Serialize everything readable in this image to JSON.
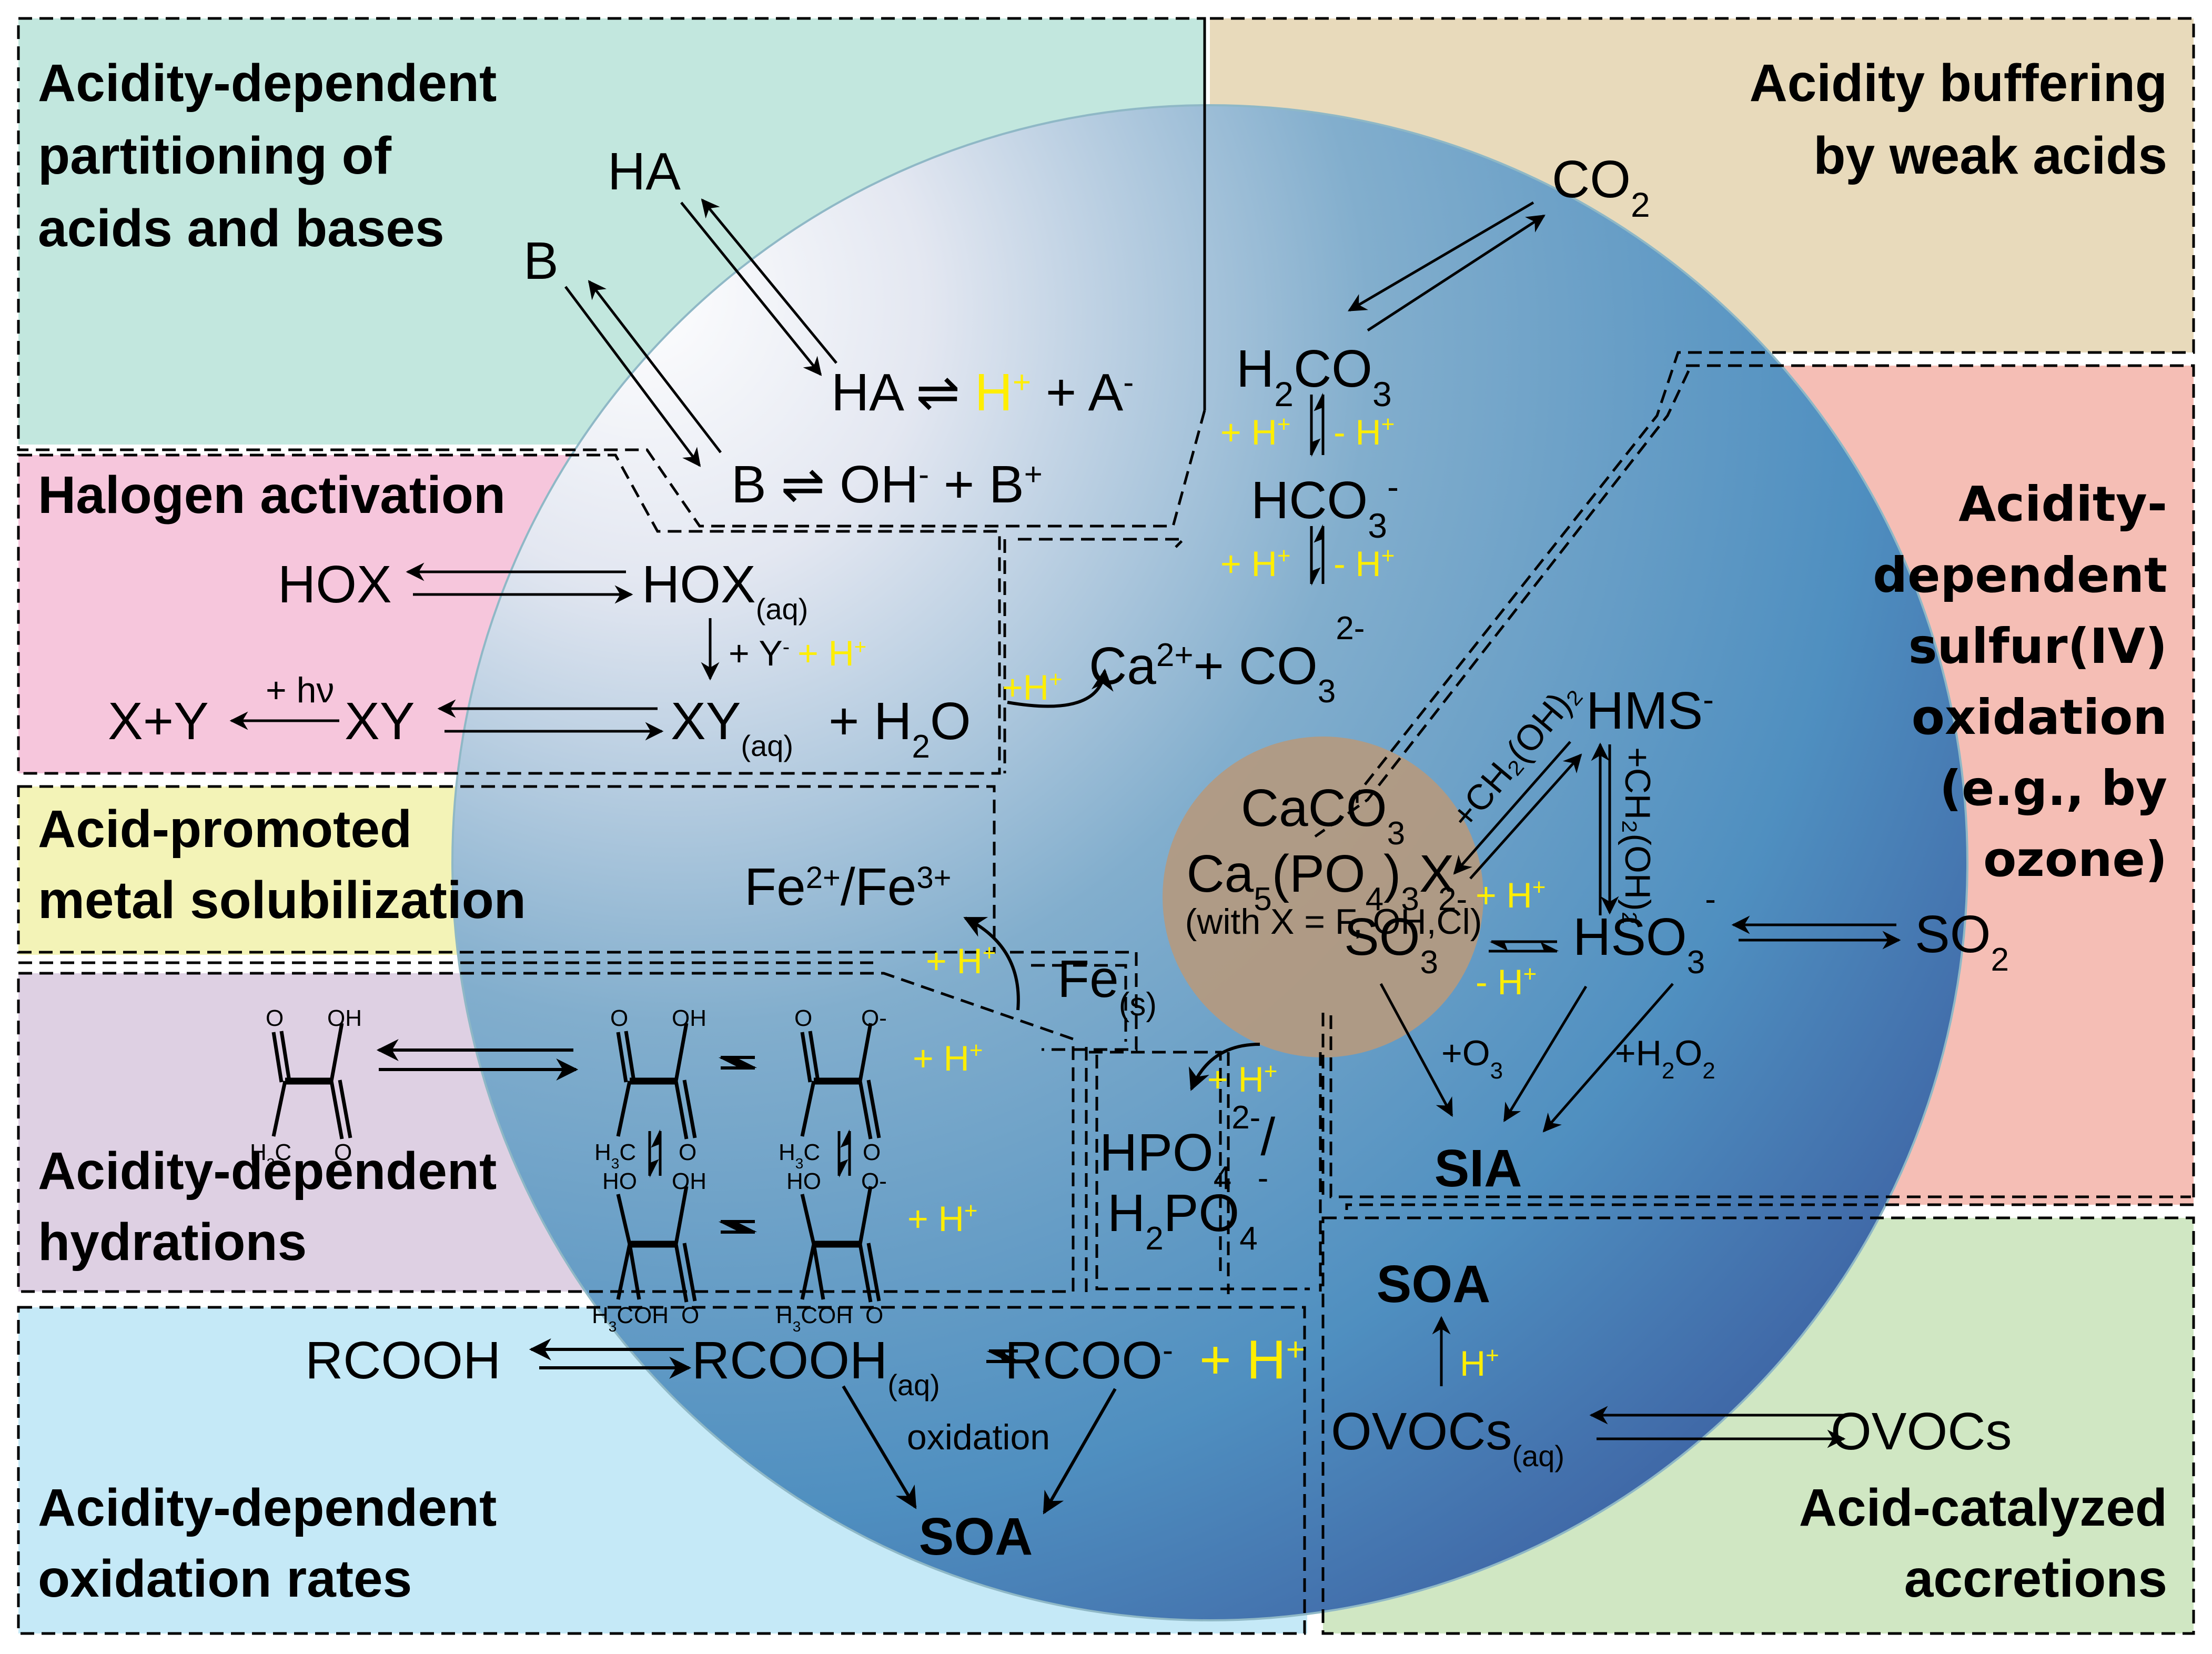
{
  "figure": {
    "title": "Aerosol acidity processes schematic",
    "colors": {
      "partitioning_panel": "#c2e7de",
      "buffering_panel": "#e8dabb",
      "halogen_panel": "#f6c6dc",
      "metal_panel": "#f3f3b7",
      "hydrations_panel": "#ded0e3",
      "oxidation_panel": "#c5e9f7",
      "sulfur_panel": "#f5beb5",
      "accretions_panel": "#d0e7c3",
      "particle_core": "#b29a82",
      "proton_highlight": "#ffee00"
    }
  },
  "panels": {
    "partitioning": {
      "title_lines": [
        "Acidity-dependent",
        "partitioning of",
        "acids and bases"
      ]
    },
    "buffering": {
      "title_lines": [
        "Acidity buffering",
        "by weak acids"
      ]
    },
    "halogen": {
      "title_lines": [
        "Halogen activation"
      ]
    },
    "metal": {
      "title_lines": [
        "Acid-promoted",
        "metal solubilization"
      ]
    },
    "hydrations": {
      "title_lines": [
        "Acidity-dependent",
        "hydrations"
      ]
    },
    "oxidation": {
      "title_lines": [
        "Acidity-dependent",
        "oxidation rates"
      ]
    },
    "sulfur": {
      "title_lines": [
        "Acidity-",
        "dependent",
        "sulfur(IV)",
        "oxidation",
        "(e.g., by",
        "ozone)"
      ]
    },
    "accretions": {
      "title_lines": [
        "Acid-catalyzed",
        "accretions"
      ]
    }
  },
  "species": {
    "partitioning": {
      "ha_gas": "HA",
      "b_gas": "B",
      "ha_eq": {
        "left": "HA ⇌ ",
        "proton": "H",
        "proton_sup": "+",
        "right": " + A",
        "right_sup": "-"
      },
      "b_eq": {
        "left": "B ⇌ OH",
        "left_sup": "-",
        "right": " + B",
        "right_sup": "+"
      }
    },
    "buffering": {
      "co2": {
        "base": "CO",
        "sub": "2"
      },
      "h2co3": {
        "a": "H",
        "sub1": "2",
        "b": "CO",
        "sub2": "3"
      },
      "hco3": {
        "base": "HCO",
        "sub": "3",
        "sup": "-"
      },
      "plus_h": "+ H",
      "minus_h": "- H",
      "plus_sup": "+",
      "ca_co3": {
        "ca": "Ca",
        "ca_sup": "2+",
        "plus": "+ CO",
        "sub": "3",
        "sup": "2-"
      },
      "plus_h_curved": "+H"
    },
    "core": {
      "caco3": {
        "base": "CaCO",
        "sub": "3"
      },
      "apatite": {
        "a": "Ca",
        "s1": "5",
        "b": "(PO",
        "s2": "4",
        "c": ")",
        "s3": "3",
        "d": "X"
      },
      "apatite_note": "(with X = F, OH,Cl)",
      "fe_solid": {
        "base": "Fe",
        "sub": "(s)"
      }
    },
    "halogen": {
      "hox_gas": "HOX",
      "hox_aq": {
        "base": "HOX",
        "sub": "(aq)"
      },
      "reagent": {
        "text": "+ Y",
        "sup": "-",
        "proton": "+ H",
        "proton_sup": "+"
      },
      "hv": "+ hν",
      "products": "X+Y",
      "xy_gas": "XY",
      "xy_aq": {
        "base": "XY",
        "sub": "(aq)"
      },
      "water": {
        "a": "+ H",
        "sub": "2",
        "b": "O"
      }
    },
    "metal": {
      "fe_ions": {
        "a": "Fe",
        "s1": "2+",
        "b": "/Fe",
        "s2": "3+"
      },
      "proton": "+ H",
      "proton_sup": "+"
    },
    "phosphate": {
      "proton": "+ H",
      "proton_sup": "+",
      "hpo4": {
        "base": "HPO",
        "sub": "4",
        "sup": "2-",
        "slash": "/"
      },
      "h2po4": {
        "a": "H",
        "sub1": "2",
        "b": "PO",
        "sub2": "4",
        "sup": "-"
      }
    },
    "hydrations": {
      "labels": {
        "O": "O",
        "OH": "OH",
        "O_minus": "O-",
        "HO": "HO",
        "H3C": "H",
        "H3C_sub": "3",
        "C": "C"
      },
      "proton": "+ H",
      "proton_sup": "+"
    },
    "oxidation": {
      "rcooh_gas": "RCOOH",
      "rcooh_aq": {
        "base": "RCOOH",
        "sub": "(aq)"
      },
      "rcoo": {
        "base": "RCOO",
        "sup": "-"
      },
      "proton": "+ H",
      "proton_sup": "+",
      "arrow_label": "oxidation",
      "product": "SOA"
    },
    "sulfur": {
      "hms": {
        "base": "HMS",
        "sup": "-"
      },
      "formaldehyde_diag": "+CH₂(OH)₂",
      "formaldehyde_vert": "+CH₂(OH)₂",
      "so3": {
        "base": "SO",
        "sub": "3",
        "sup": "2-"
      },
      "hso3": {
        "base": "HSO",
        "sub": "3",
        "sup": "-"
      },
      "plus_h": "+ H",
      "minus_h": "- H",
      "plus_sup": "+",
      "so2": {
        "base": "SO",
        "sub": "2"
      },
      "o3": {
        "a": "+O",
        "sub": "3"
      },
      "h2o2": {
        "a": "+H",
        "sub1": "2",
        "b": "O",
        "sub2": "2"
      },
      "product": "SIA"
    },
    "accretions": {
      "product": "SOA",
      "catalyst": "H",
      "catalyst_sup": "+",
      "ovoc_aq": {
        "base": "OVOCs",
        "sub": "(aq)"
      },
      "ovoc_gas": "OVOCs"
    }
  }
}
